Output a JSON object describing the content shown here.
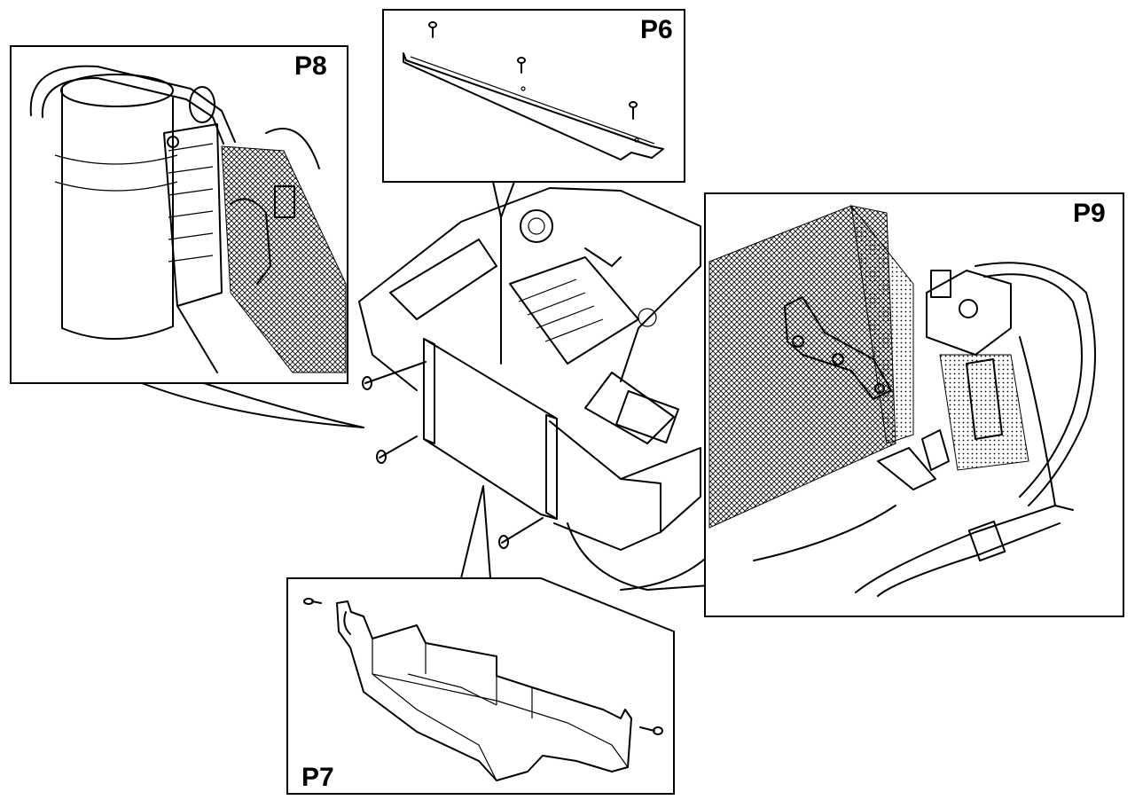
{
  "panels": {
    "p6": {
      "label": "P6"
    },
    "p7": {
      "label": "P7"
    },
    "p8": {
      "label": "P8"
    },
    "p9": {
      "label": "P9"
    }
  },
  "colors": {
    "ink": "#000000",
    "paper": "#ffffff"
  }
}
